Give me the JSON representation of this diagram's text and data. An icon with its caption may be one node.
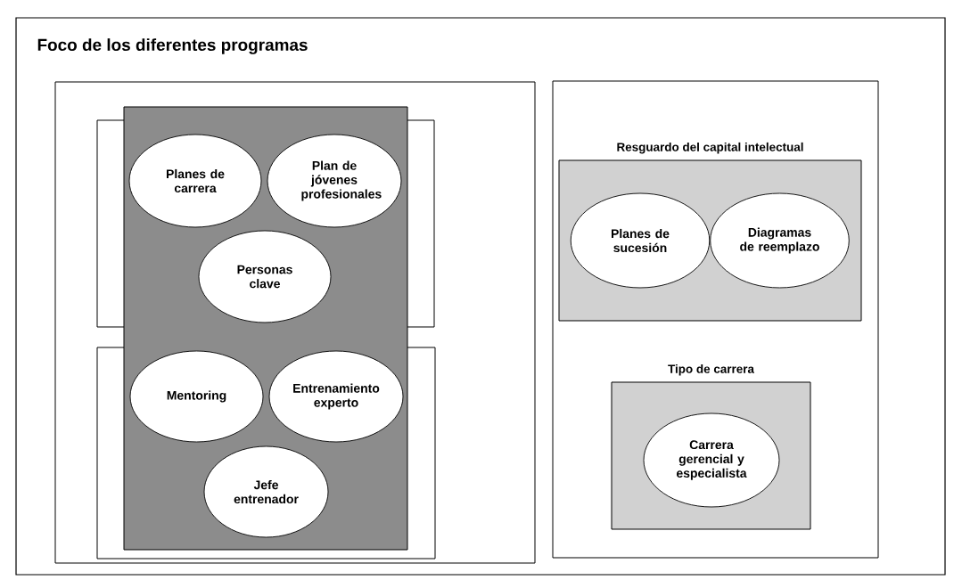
{
  "diagram": {
    "title": "Foco de los diferentes programas",
    "nodes": [
      {
        "text": [],
        "shape": "box"
      },
      {
        "text": [],
        "shape": "box",
        "in": 0
      },
      {
        "text": [
          "Planes de carrera"
        ],
        "in": 1
      },
      {
        "text": [
          "Plan de jóvenes profesionales"
        ],
        "in": 1
      },
      {
        "text": [
          "Personas clave"
        ],
        "in": 1
      },
      {
        "text": [
          "Mentoring"
        ],
        "in": 1
      },
      {
        "text": [
          "Entrenamiento experto"
        ],
        "in": 1
      },
      {
        "text": [
          "Jefe entrenador"
        ],
        "in": 1
      },
      {
        "text": [],
        "shape": "box"
      },
      {
        "text": [
          "Resguardo del capital intelectual"
        ],
        "in": 8
      },
      {
        "text": [
          "Planes de sucesión"
        ],
        "in": 9
      },
      {
        "text": [
          "Diagramas de reemplazo"
        ],
        "in": 9
      },
      {
        "text": [
          "Tipo de carrera"
        ],
        "in": 8
      },
      {
        "text": [
          "Carrera gerencial y especialista"
        ],
        "in": 12
      }
    ]
  }
}
